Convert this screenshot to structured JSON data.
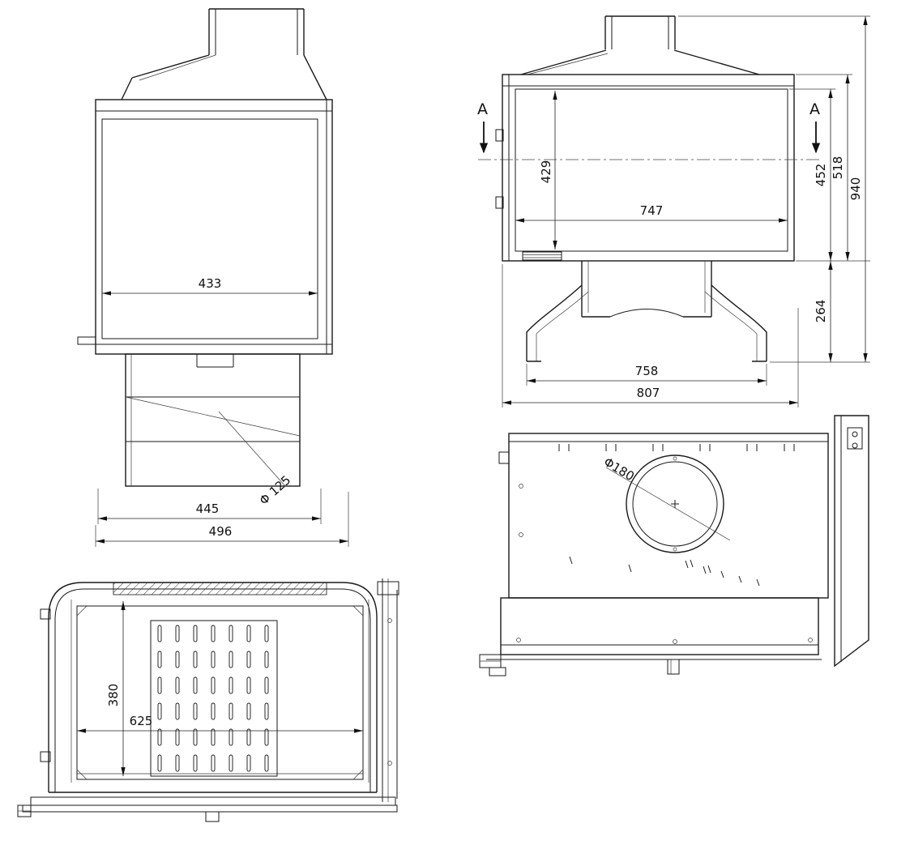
{
  "drawing": {
    "background": "#ffffff",
    "line_color": "#1a1a1a",
    "side_view": {
      "dim_glass_width": "433",
      "dim_body_depth": "445",
      "dim_total_depth": "496",
      "dim_flue_diameter": "Φ 125"
    },
    "front_view": {
      "section_marker_left": "A",
      "section_marker_right": "A",
      "dim_glass_height": "429",
      "dim_inner_width": "747",
      "dim_opening_height": "452",
      "dim_body_height": "518",
      "dim_total_height": "940",
      "dim_base_height": "264",
      "dim_base_width": "758",
      "dim_total_width": "807"
    },
    "plan_section_view": {
      "dim_chamber_depth": "380",
      "dim_chamber_width": "625"
    },
    "rear_view": {
      "dim_flue_diameter": "Φ180"
    }
  }
}
